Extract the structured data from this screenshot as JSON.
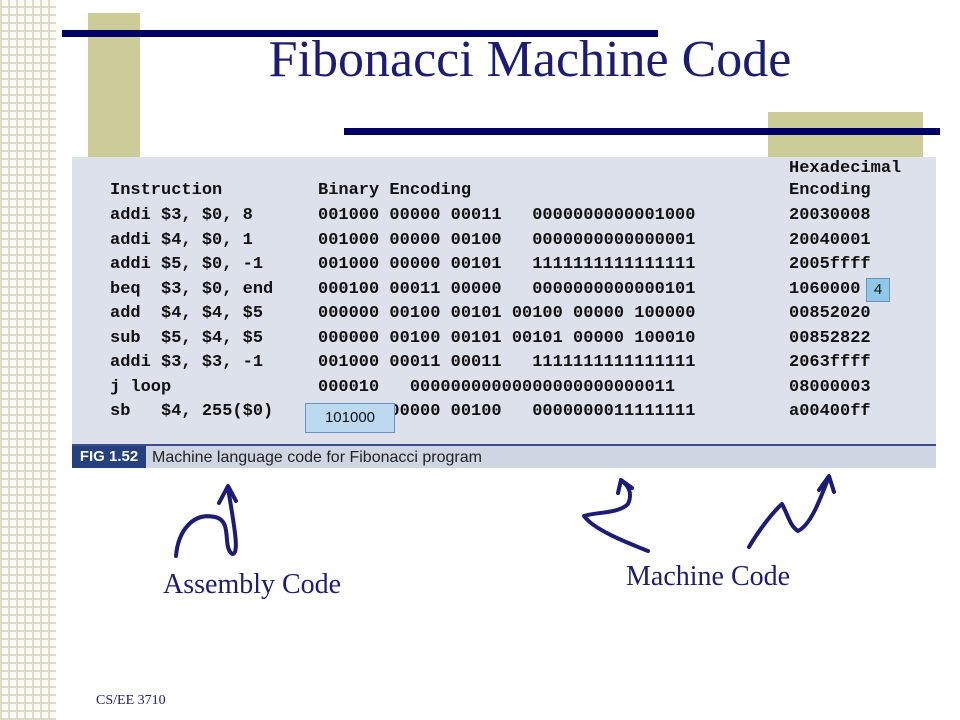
{
  "slide": {
    "title": "Fibonacci Machine Code",
    "footer": "CS/EE 3710"
  },
  "figure": {
    "header_row1": "Hexadecimal",
    "header_instruction": "Instruction",
    "header_binary": "Binary Encoding",
    "header_hex": "Encoding",
    "rows": [
      {
        "instr": "addi $3, $0, 8",
        "bin": "001000 00000 00011   0000000000001000",
        "hex": "20030008"
      },
      {
        "instr": "addi $4, $0, 1",
        "bin": "001000 00000 00100   0000000000000001",
        "hex": "20040001"
      },
      {
        "instr": "addi $5, $0, -1",
        "bin": "001000 00000 00101   1111111111111111",
        "hex": "2005ffff"
      },
      {
        "instr": "beq  $3, $0, end",
        "bin": "000100 00011 00000   0000000000000101",
        "hex": "1060000"
      },
      {
        "instr": "add  $4, $4, $5",
        "bin": "000000 00100 00101 00100 00000 100000",
        "hex": "00852020"
      },
      {
        "instr": "sub  $5, $4, $5",
        "bin": "000000 00100 00101 00101 00000 100010",
        "hex": "00852822"
      },
      {
        "instr": "addi $3, $3, -1",
        "bin": "001000 00011 00011   1111111111111111",
        "hex": "2063ffff"
      },
      {
        "instr": "j loop",
        "bin": "000010   00000000000000000000000011",
        "hex": "08000003"
      },
      {
        "instr": "sb   $4, 255($0)",
        "bin": "       00000 00100   0000000011111111",
        "hex": "a00400ff"
      }
    ],
    "fig_label": "FIG 1.52",
    "caption": "Machine language code for Fibonacci program"
  },
  "annotations": {
    "box_hex_digit": "4",
    "box_opcode": "101000",
    "assembly_label": "Assembly Code",
    "machine_label": "Machine Code"
  },
  "colors": {
    "title": "#1c1c77",
    "accent_bar": "#000066",
    "olive_block": "#cccc99",
    "panel": "#dde1ec"
  }
}
